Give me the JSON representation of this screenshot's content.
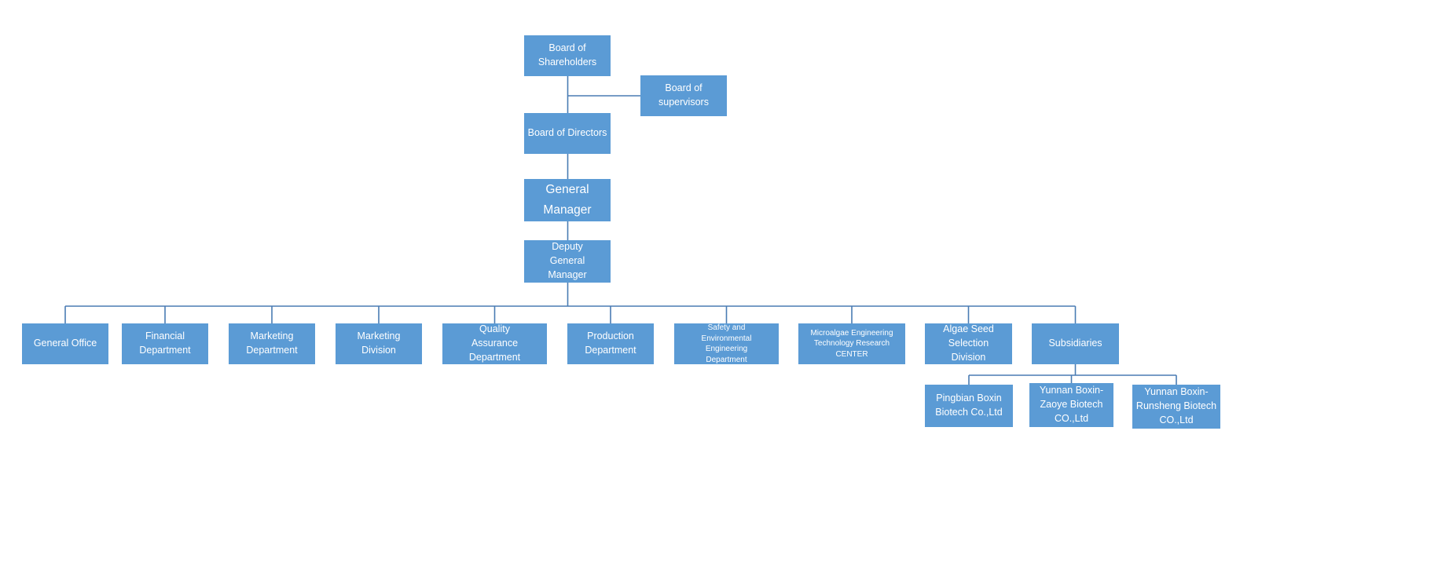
{
  "diagram": {
    "type": "org-chart",
    "nodes": [
      {
        "id": "board-of-shareholders",
        "label": "Board of Shareholders",
        "parent": null
      },
      {
        "id": "board-of-supervisors",
        "label": "Board of supervisors",
        "parent": "board-of-shareholders"
      },
      {
        "id": "board-of-directors",
        "label": "Board of Directors",
        "parent": "board-of-shareholders"
      },
      {
        "id": "general-manager",
        "label": "General Manager",
        "parent": "board-of-directors"
      },
      {
        "id": "deputy-general-manager",
        "label": "Deputy General Manager",
        "parent": "general-manager"
      },
      {
        "id": "general-office",
        "label": "General Office",
        "parent": "deputy-general-manager"
      },
      {
        "id": "financial-department",
        "label": "Financial Department",
        "parent": "deputy-general-manager"
      },
      {
        "id": "marketing-department",
        "label": "Marketing Department",
        "parent": "deputy-general-manager"
      },
      {
        "id": "marketing-division",
        "label": "Marketing Division",
        "parent": "deputy-general-manager"
      },
      {
        "id": "quality-assurance-department",
        "label": "Quality Assurance Department",
        "parent": "deputy-general-manager"
      },
      {
        "id": "production-department",
        "label": "Production Department",
        "parent": "deputy-general-manager"
      },
      {
        "id": "safety-environmental-engineering-department",
        "label": "Safety and Environmental Engineering Department",
        "parent": "deputy-general-manager"
      },
      {
        "id": "microalgae-engineering-technology-research-center",
        "label": "Microalgae Engineering Technology Research CENTER",
        "parent": "deputy-general-manager"
      },
      {
        "id": "algae-seed-selection-division",
        "label": "Algae Seed Selection Division",
        "parent": "deputy-general-manager"
      },
      {
        "id": "subsidiaries",
        "label": "Subsidiaries",
        "parent": "deputy-general-manager"
      },
      {
        "id": "pingbian-boxin-biotech",
        "label": "Pingbian Boxin Biotech Co.,Ltd",
        "parent": "subsidiaries"
      },
      {
        "id": "yunnan-boxin-zaoye-biotech",
        "label": "Yunnan Boxin-Zaoye Biotech CO.,Ltd",
        "parent": "subsidiaries"
      },
      {
        "id": "yunnan-boxin-runsheng-biotech",
        "label": "Yunnan Boxin-Runsheng Biotech CO.,Ltd",
        "parent": "subsidiaries"
      }
    ]
  },
  "colors": {
    "box_fill": "#5b9bd5",
    "box_text": "#ffffff",
    "line": "#4a7cb4",
    "background": "#ffffff"
  }
}
